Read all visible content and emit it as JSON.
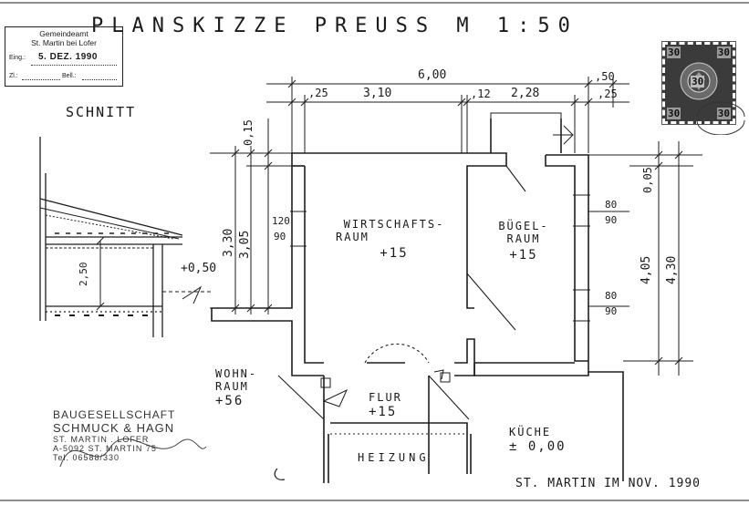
{
  "title": "PLANSKIZZE  PREUSS  M 1:50",
  "section_label": "SCHNITT",
  "stamp": {
    "line1": "Gemeindeamt",
    "line2": "St. Martin bei Lofer",
    "eing_label": "Eing.:",
    "eing_value": "5. DEZ. 1990",
    "zl_label": "Zl.:",
    "bell_label": "Bell.:"
  },
  "postage_stamp": {
    "values": [
      "30",
      "30",
      "30",
      "30"
    ],
    "text": "30"
  },
  "dimensions_top": {
    "total": "6,00",
    "right_wall": ",50",
    "segments": [
      ",25",
      "3,10",
      ",12",
      "2,28",
      ",25"
    ]
  },
  "dimensions_left": {
    "top_wall": "0,15",
    "outer_height": "3,30",
    "inner_height": "3,05",
    "window_height": "120",
    "window_width": "90"
  },
  "dimensions_right": {
    "top_wall": "0,05",
    "inner_height": "4,05",
    "outer_height": "4,30",
    "window1_height": "80",
    "window1_width": "90",
    "window2_height": "80",
    "window2_width": "90"
  },
  "section": {
    "height": "2,50",
    "elevation": "+0,50"
  },
  "rooms": [
    {
      "name_line1": "WIRTSCHAFTS-",
      "name_line2": "RAUM",
      "elevation": "+15"
    },
    {
      "name_line1": "BÜGEL-",
      "name_line2": "RAUM",
      "elevation": "+15"
    },
    {
      "name_line1": "WOHN-",
      "name_line2": "RAUM",
      "elevation": "+56"
    },
    {
      "name_line1": "FLUR",
      "name_line2": "",
      "elevation": "+15"
    },
    {
      "name_line1": "KÜCHE",
      "name_line2": "",
      "elevation": "± 0,00"
    },
    {
      "name_line1": "HEIZUNG",
      "name_line2": "",
      "elevation": ""
    }
  ],
  "company": {
    "line1": "BAUGESELLSCHAFT",
    "line2": "SCHMUCK & HAGN",
    "line3": "ST. MARTIN . LOFER",
    "line4": "A-5092 ST. MARTIN 75",
    "line5": "Tel. 06588/330"
  },
  "footer": "ST. MARTIN IM NOV. 1990"
}
